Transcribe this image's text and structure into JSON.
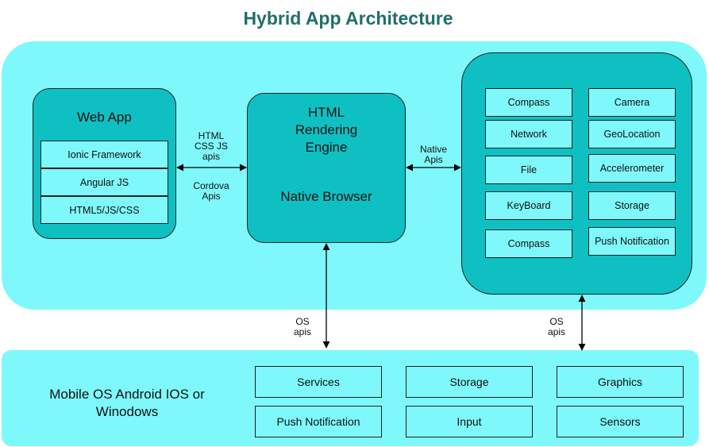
{
  "title": "Hybrid App Architecture",
  "web_app": {
    "title": "Web App",
    "layers": [
      "Ionic Framework",
      "Angular JS",
      "HTML5/JS/CSS"
    ]
  },
  "engine": {
    "title_lines": [
      "HTML",
      "Rendering",
      "Engine"
    ],
    "subtitle": "Native Browser"
  },
  "native_apis": {
    "left_column": [
      "Compass",
      "Network",
      "File",
      "KeyBoard",
      "Compass"
    ],
    "right_column": [
      "Camera",
      "GeoLocation",
      "Accelerometer",
      "Storage",
      "Push Notification"
    ]
  },
  "connectors": {
    "web_to_engine_top": [
      "HTML",
      "CSS JS",
      "apis"
    ],
    "web_to_engine_bottom": [
      "Cordova",
      "Apis"
    ],
    "engine_to_native": [
      "Native",
      "Apis"
    ],
    "engine_to_os": [
      "OS",
      "apis"
    ],
    "native_to_os": [
      "OS",
      "apis"
    ]
  },
  "mobile_os": {
    "label_lines": [
      "Mobile OS Android IOS or",
      "Winodows"
    ],
    "services": [
      "Services",
      "Storage",
      "Graphics",
      "Push Notification",
      "Input",
      "Sensors"
    ]
  },
  "colors": {
    "panel": "#7ff8fb",
    "box": "#0fc0c2",
    "title": "#1f6f6a"
  }
}
